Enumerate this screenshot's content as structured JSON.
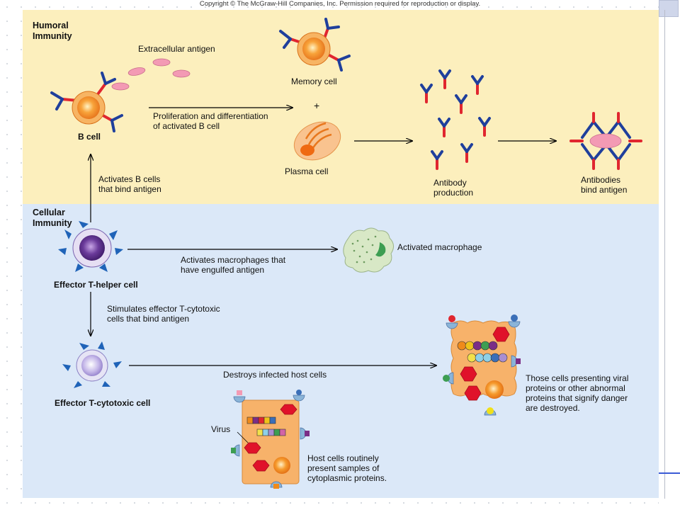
{
  "copyright": "Copyright © The McGraw-Hill Companies, Inc. Permission required for reproduction or display.",
  "humoral": {
    "title": "Humoral Immunity",
    "extracellular_antigen": "Extracellular antigen",
    "b_cell": "B cell",
    "memory_cell": "Memory cell",
    "plus": "+",
    "proliferation_line1": "Proliferation and differentiation",
    "proliferation_line2": "of activated B cell",
    "plasma_cell": "Plasma cell",
    "antibody_line1": "Antibody",
    "antibody_line2": "production",
    "bind_line1": "Antibodies",
    "bind_line2": "bind antigen",
    "activates_b_line1": "Activates B cells",
    "activates_b_line2": "that bind antigen"
  },
  "cellular": {
    "title": "Cellular Immunity",
    "helper_cell": "Effector T-helper cell",
    "activates_mac_line1": "Activates macrophages that",
    "activates_mac_line2": "have engulfed antigen",
    "activated_macrophage": "Activated macrophage",
    "stimulates_line1": "Stimulates effector T-cytotoxic",
    "stimulates_line2": "cells that bind antigen",
    "cytotoxic_cell": "Effector T-cytotoxic cell",
    "destroys": "Destroys infected host cells",
    "destroyed_line1": "Those cells presenting viral",
    "destroyed_line2": "proteins or other abnormal",
    "destroyed_line3": "proteins that signify danger",
    "destroyed_line4": "are destroyed.",
    "virus": "Virus",
    "host_line1": "Host cells routinely",
    "host_line2": "present samples of",
    "host_line3": "cytoplasmic proteins."
  },
  "colors": {
    "humoral_bg": "#fcefbd",
    "cellular_bg": "#dbe8f8",
    "antibody_blue": "#1f3f9c",
    "antibody_red": "#e0262f",
    "antigen_pink": "#f39ab4",
    "b_cell_orange": "#f58a1f",
    "t_cell_purple": "#5b2d86",
    "host_cell_orange": "#f7b26a",
    "virus_red": "#e0122a"
  }
}
